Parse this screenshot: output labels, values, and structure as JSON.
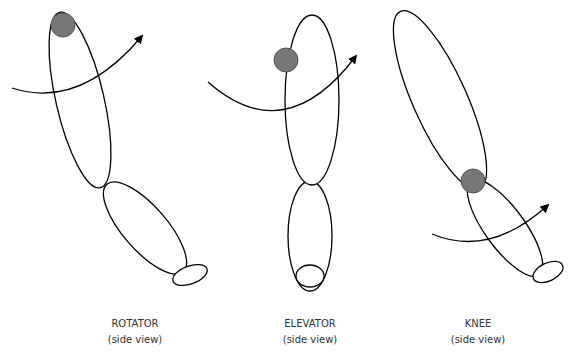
{
  "diagram": {
    "labels": [
      "ROTATOR",
      "(side view)",
      "ELEVATOR",
      "(side view)",
      "KNEE",
      "(side view)"
    ]
  }
}
